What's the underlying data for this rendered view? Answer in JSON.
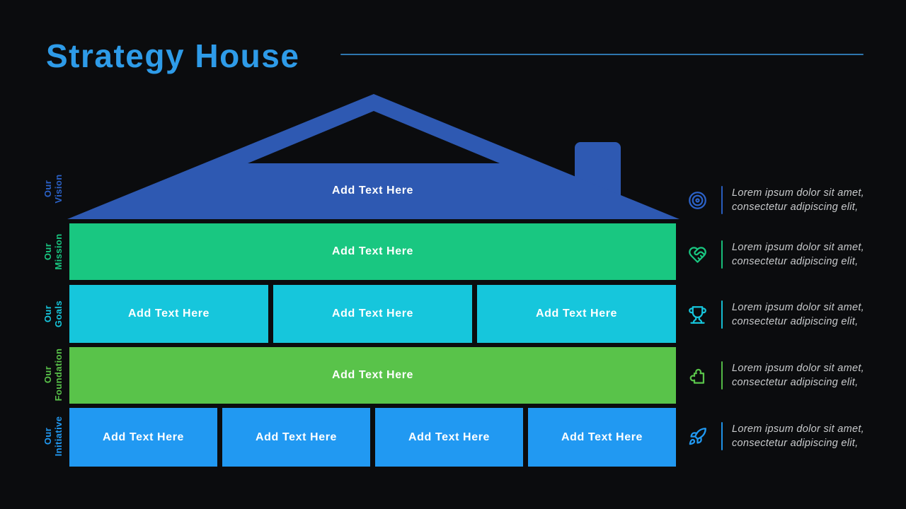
{
  "slide": {
    "title": "Strategy House"
  },
  "colors": {
    "bg": "#0B0C0E",
    "title": "#2E9BE8",
    "divider": "#2E76AE",
    "roof": "#2E59B2",
    "vision": "#2B62C8",
    "mission": "#19C781",
    "goals": "#16C6DC",
    "foundation": "#59C34A",
    "initiative": "#2199F2",
    "box_text": "#FFFFFF",
    "lorem_text": "#C9CBCD"
  },
  "house": {
    "vision": {
      "label": "Add Text Here"
    },
    "mission": {
      "label": "Add Text Here"
    },
    "goals": {
      "boxes": [
        "Add Text Here",
        "Add Text Here",
        "Add Text Here"
      ]
    },
    "foundation": {
      "label": "Add Text Here"
    },
    "initiative": {
      "boxes": [
        "Add Text Here",
        "Add Text Here",
        "Add Text Here",
        "Add Text Here"
      ]
    }
  },
  "side_labels": [
    {
      "line1": "Our",
      "line2": "Vision"
    },
    {
      "line1": "Our",
      "line2": "Mission"
    },
    {
      "line1": "Our",
      "line2": "Goals"
    },
    {
      "line1": "Our",
      "line2": "Foundation"
    },
    {
      "line1": "Our",
      "line2": "Initiative"
    }
  ],
  "legend": [
    {
      "icon": "target-icon",
      "line1": "Lorem ipsum dolor sit amet,",
      "line2": "consectetur adipiscing elit,"
    },
    {
      "icon": "heart-handshake-icon",
      "line1": "Lorem ipsum dolor sit amet,",
      "line2": "consectetur adipiscing elit,"
    },
    {
      "icon": "trophy-icon",
      "line1": "Lorem ipsum dolor sit amet,",
      "line2": "consectetur adipiscing elit,"
    },
    {
      "icon": "puzzle-icon",
      "line1": "Lorem ipsum dolor sit amet,",
      "line2": "consectetur adipiscing elit,"
    },
    {
      "icon": "rocket-icon",
      "line1": "Lorem ipsum dolor sit amet,",
      "line2": "consectetur adipiscing elit,"
    }
  ]
}
